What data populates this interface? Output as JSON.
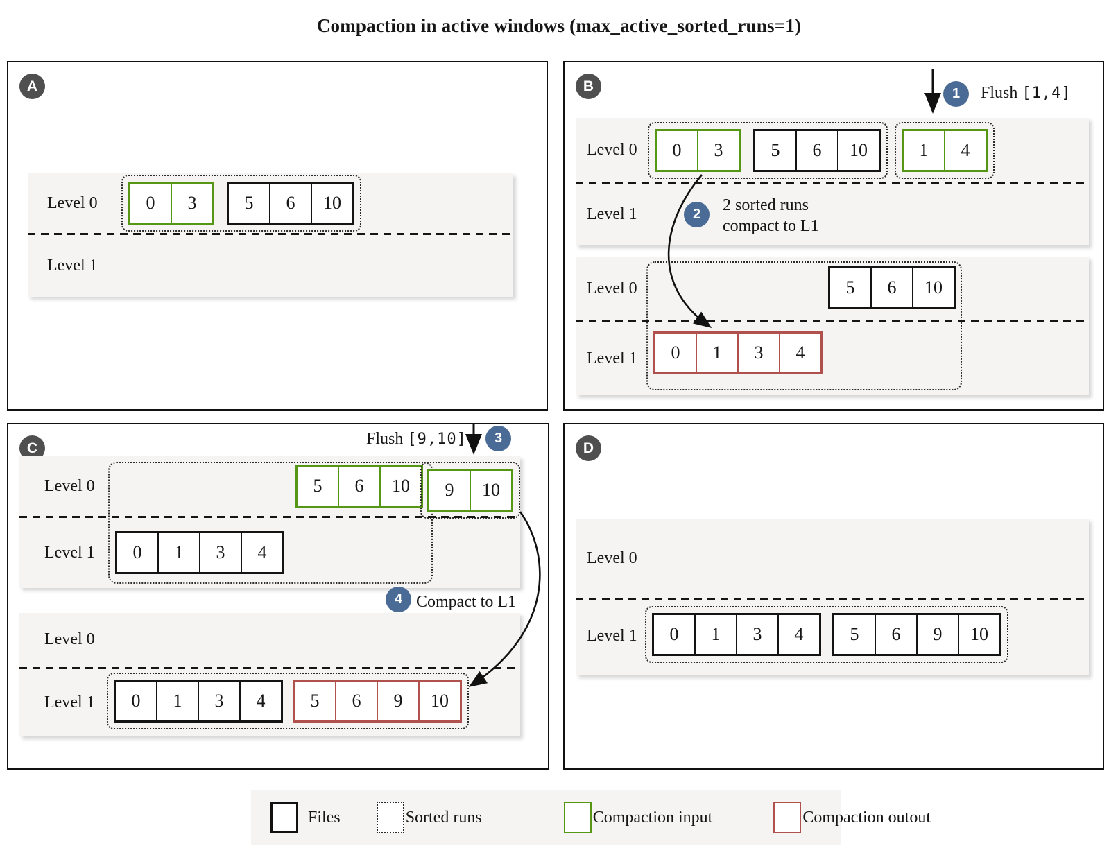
{
  "title": "Compaction in active windows (max_active_sorted_runs=1)",
  "levels": {
    "l0": "Level 0",
    "l1": "Level 1"
  },
  "steps": {
    "s1": {
      "num": "1",
      "action": "Flush",
      "range": "[1,4]"
    },
    "s2": {
      "num": "2",
      "line1": "2 sorted runs",
      "line2": "compact to L1"
    },
    "s3": {
      "num": "3",
      "action": "Flush",
      "range": "[9,10]"
    },
    "s4": {
      "num": "4",
      "text": "Compact to L1"
    }
  },
  "panels": {
    "a": {
      "badge": "A",
      "run1_file_green": [
        "0",
        "3"
      ],
      "run1_file_black": [
        "5",
        "6",
        "10"
      ]
    },
    "b": {
      "badge": "B",
      "top": {
        "run1_file_green": [
          "0",
          "3"
        ],
        "run1_file_black": [
          "5",
          "6",
          "10"
        ],
        "flush_file_green": [
          "1",
          "4"
        ]
      },
      "bottom": {
        "l0_file_black": [
          "5",
          "6",
          "10"
        ],
        "l1_file_red": [
          "0",
          "1",
          "3",
          "4"
        ]
      }
    },
    "c": {
      "badge": "C",
      "top": {
        "l0_file_green": [
          "5",
          "6",
          "10"
        ],
        "flush_file_green": [
          "9",
          "10"
        ],
        "l1_file_black": [
          "0",
          "1",
          "3",
          "4"
        ]
      },
      "bottom": {
        "l1_file_black": [
          "0",
          "1",
          "3",
          "4"
        ],
        "l1_file_red": [
          "5",
          "6",
          "9",
          "10"
        ]
      }
    },
    "d": {
      "badge": "D",
      "l1_file_black1": [
        "0",
        "1",
        "3",
        "4"
      ],
      "l1_file_black2": [
        "5",
        "6",
        "9",
        "10"
      ]
    }
  },
  "legend": {
    "files_label": "Files",
    "sorted_runs_label": "Sorted runs",
    "compaction_input_label": "Compaction input",
    "compaction_output_label": "Compaction outout"
  },
  "colors": {
    "compaction_input_green": "#559614",
    "compaction_output_red": "#b0514d",
    "step_circle_blue": "#4a6b96",
    "badge_gray": "#4f4f4f",
    "lane_background": "#f5f4f2"
  }
}
